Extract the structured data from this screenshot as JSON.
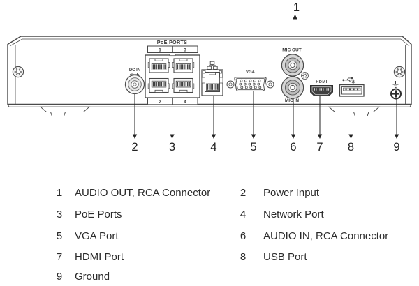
{
  "colors": {
    "diagram_line": "#4a4a4a",
    "port_dark": "#3f3f3f",
    "rca_shade": "#bdbdbd",
    "text": "#2b2b2b",
    "background": "#ffffff"
  },
  "panel": {
    "dc_in_label": "DC IN",
    "poe_title": "PoE PORTS",
    "poe_port_numbers_top": [
      "1",
      "3"
    ],
    "poe_port_numbers_bottom": [
      "2",
      "4"
    ],
    "vga_label": "VGA",
    "mic_out_label": "MIC OUT",
    "mic_in_label": "MIC IN",
    "hdmi_label": "HDMI"
  },
  "callouts": [
    {
      "num": "1"
    },
    {
      "num": "2"
    },
    {
      "num": "3"
    },
    {
      "num": "4"
    },
    {
      "num": "5"
    },
    {
      "num": "6"
    },
    {
      "num": "7"
    },
    {
      "num": "8"
    },
    {
      "num": "9"
    }
  ],
  "legend": {
    "rows": [
      {
        "items": [
          {
            "num": "1",
            "label": "AUDIO OUT, RCA Connector"
          },
          {
            "num": "2",
            "label": "Power Input"
          }
        ]
      },
      {
        "items": [
          {
            "num": "3",
            "label": "PoE Ports"
          },
          {
            "num": "4",
            "label": "Network Port"
          }
        ]
      },
      {
        "items": [
          {
            "num": "5",
            "label": "VGA Port"
          },
          {
            "num": "6",
            "label": "AUDIO IN, RCA Connector"
          }
        ]
      },
      {
        "items": [
          {
            "num": "7",
            "label": "HDMI Port"
          },
          {
            "num": "8",
            "label": "USB Port"
          }
        ]
      },
      {
        "items": [
          {
            "num": "9",
            "label": "Ground"
          }
        ]
      }
    ]
  }
}
